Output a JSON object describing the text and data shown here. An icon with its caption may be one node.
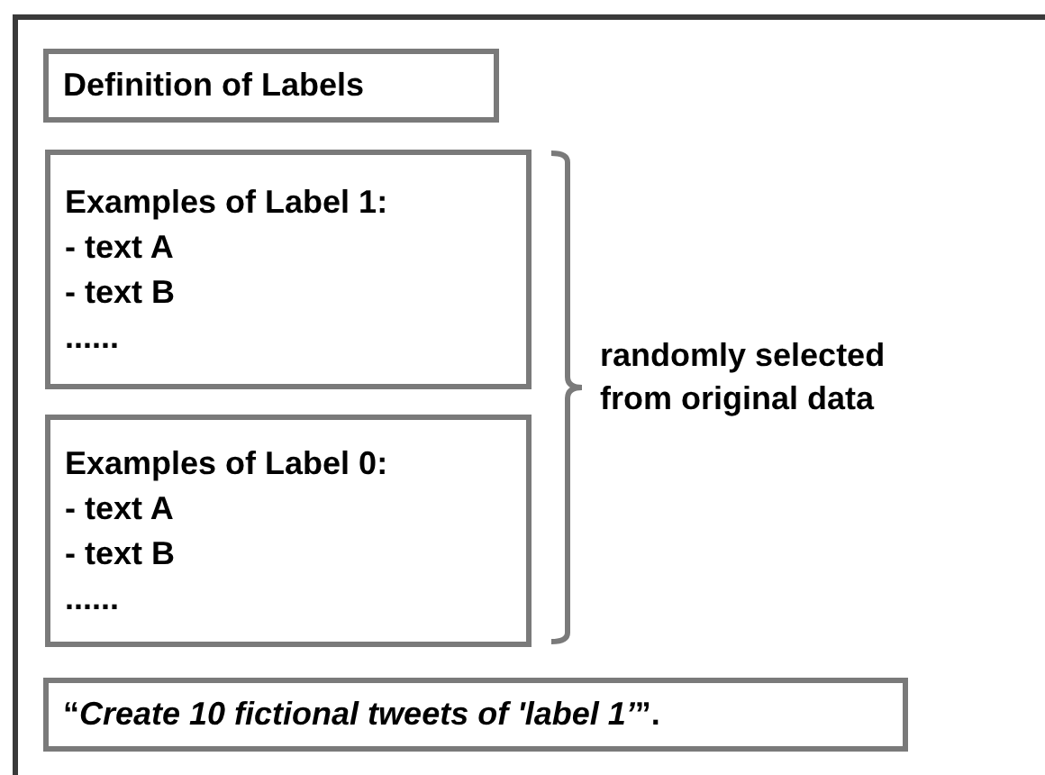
{
  "diagram": {
    "nodes": [
      {
        "text": [],
        "shape": "box"
      },
      {
        "text": [
          "Definition of Labels"
        ],
        "in": 0
      },
      {
        "text": [
          "Examples of Label 1:",
          "- text A",
          "- text B",
          "......"
        ],
        "in": 0
      },
      {
        "text": [
          "Examples of Label 0:",
          "- text A",
          "- text B",
          "......"
        ],
        "in": 0
      },
      {
        "text": [
          "“*Create 10 fictional tweets of 'label 1’*”."
        ],
        "in": 0
      }
    ],
    "labels": [
      "randomly selected from original data"
    ]
  }
}
